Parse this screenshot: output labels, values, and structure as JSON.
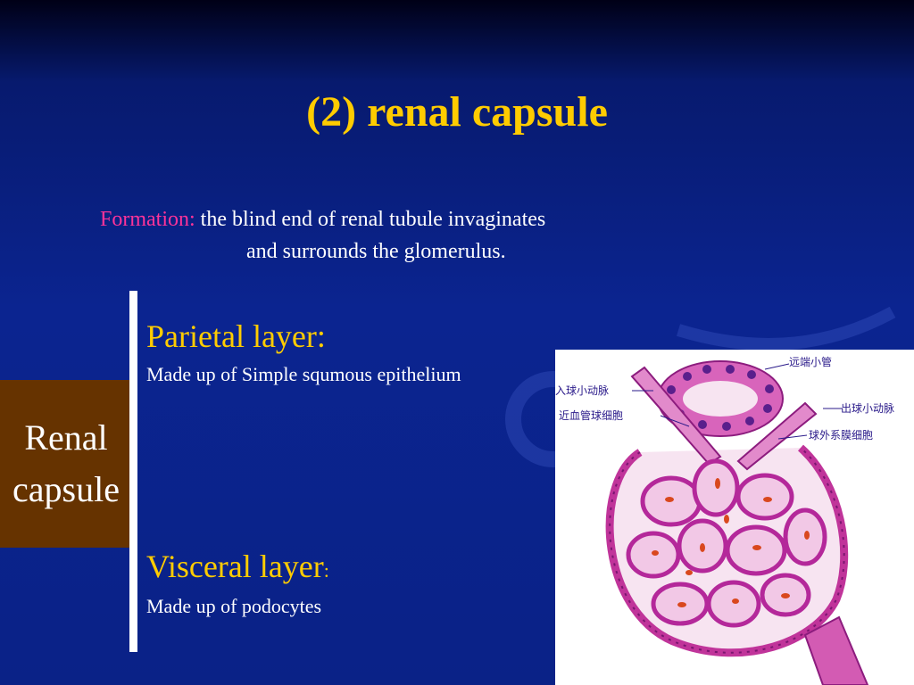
{
  "slide": {
    "title": "(2) renal capsule",
    "formation": {
      "label": "Formation:",
      "line1": "the blind end of renal tubule invaginates",
      "line2": "and surrounds the glomerulus."
    },
    "side_label": {
      "line1": "Renal",
      "line2": "capsule"
    },
    "parietal": {
      "heading": "Parietal layer:",
      "description": "Made up of Simple squmous epithelium"
    },
    "visceral": {
      "heading": "Visceral layer",
      "colon": ":",
      "description": "Made up of podocytes"
    },
    "diagram_labels": {
      "distal_tubule": "远端小管",
      "afferent_arteriole": "入球小动脉",
      "juxtaglomerular_cells": "近血管球细胞",
      "efferent_arteriole": "出球小动脉",
      "extraglomerular_mesangial": "球外系膜细胞"
    },
    "colors": {
      "title": "#ffcc00",
      "formation_label": "#ff3399",
      "side_box": "#663300",
      "background": "#0b2490"
    }
  }
}
